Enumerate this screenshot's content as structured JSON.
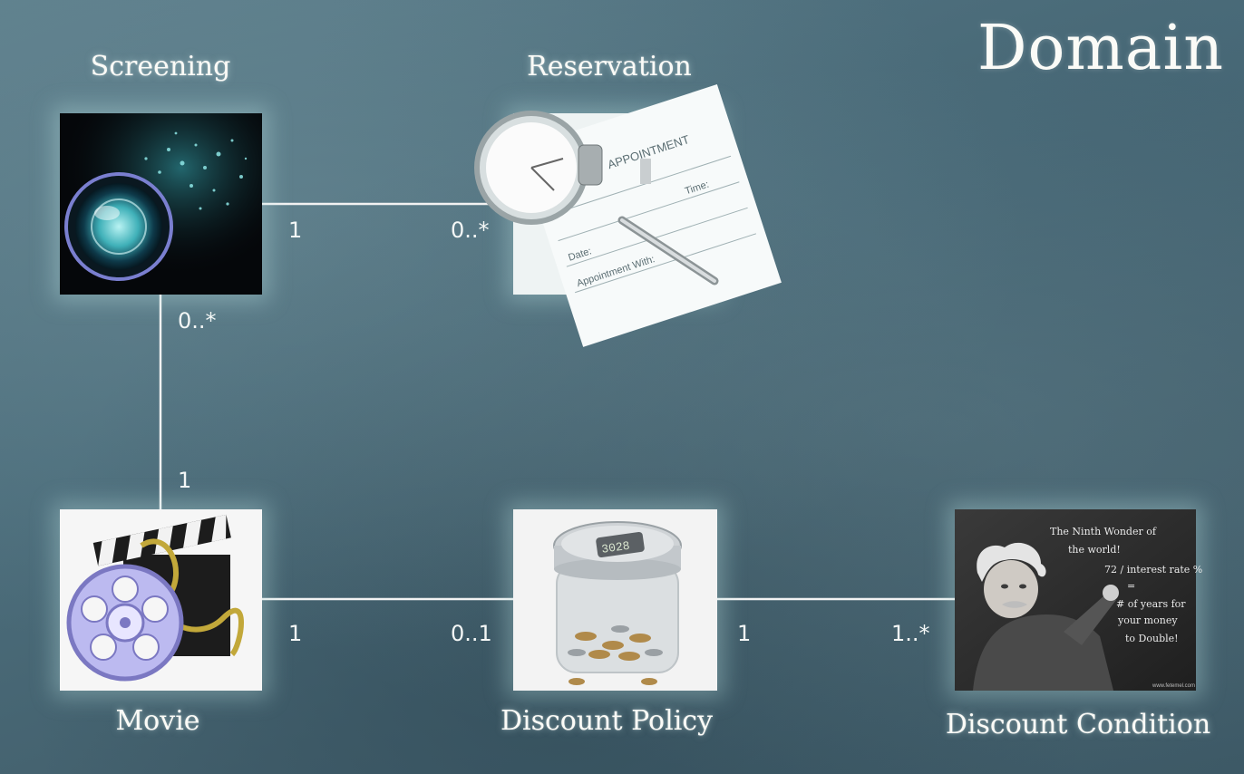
{
  "title": "Domain",
  "entities": {
    "screening": {
      "label": "Screening",
      "image": "film-lens-bokeh-image"
    },
    "reservation": {
      "label": "Reservation",
      "image": "appointment-form-watch-pen-image"
    },
    "movie": {
      "label": "Movie",
      "image": "clapperboard-film-reel-image"
    },
    "discount_policy": {
      "label": "Discount Policy",
      "image": "coin-jar-counter-image"
    },
    "discount_condition": {
      "label": "Discount Condition",
      "image": "einstein-chalkboard-image"
    }
  },
  "chalkboard_text": [
    "The Ninth Wonder of",
    "the world!",
    "72 / interest rate %",
    "=",
    "# of years for",
    "your money",
    "to Double!"
  ],
  "jar_counter": "3028",
  "form_text": {
    "header": "APPOINTMENT",
    "time": "Time:",
    "date": "Date:",
    "with": "Appointment With:"
  },
  "associations": [
    {
      "from": "Screening",
      "to": "Reservation",
      "from_mult": "1",
      "to_mult": "0..*"
    },
    {
      "from": "Screening",
      "to": "Movie",
      "from_mult": "0..*",
      "to_mult": "1"
    },
    {
      "from": "Movie",
      "to": "Discount Policy",
      "from_mult": "1",
      "to_mult": "0..1"
    },
    {
      "from": "Discount Policy",
      "to": "Discount Condition",
      "from_mult": "1",
      "to_mult": "1..*"
    }
  ],
  "colors": {
    "background": "#4c6e7c",
    "line": "#f2f2f2",
    "text": "#fbfbf7"
  }
}
